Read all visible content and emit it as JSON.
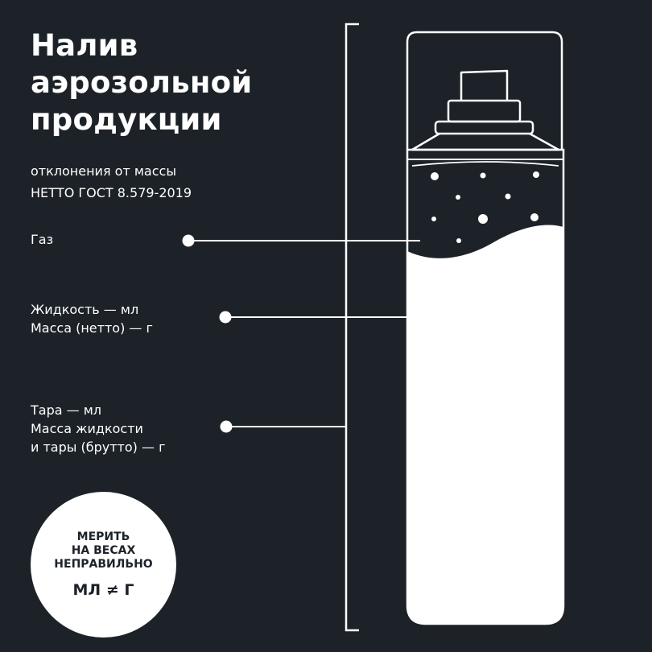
{
  "title": {
    "lines": [
      "Налив",
      "аэрозольной",
      "продукции"
    ]
  },
  "subtitle": {
    "lines": [
      "отклонения от массы",
      "НЕТТО ГОСТ 8.579-2019"
    ]
  },
  "labels": {
    "gas": {
      "lines": [
        "Газ"
      ]
    },
    "liquid": {
      "lines": [
        "Жидкость  — мл",
        "Масса (нетто)  — г"
      ]
    },
    "tare": {
      "lines": [
        "Тара  — мл",
        "Масса жидкости",
        "и тары (брутто)  — г"
      ]
    }
  },
  "badge": {
    "lines": [
      "МЕРИТЬ",
      "НА ВЕСАХ",
      "НЕПРАВИЛЬНО"
    ],
    "formula": "МЛ ≠ Г"
  },
  "colors": {
    "background": "#1c2228",
    "foreground": "#ffffff"
  }
}
